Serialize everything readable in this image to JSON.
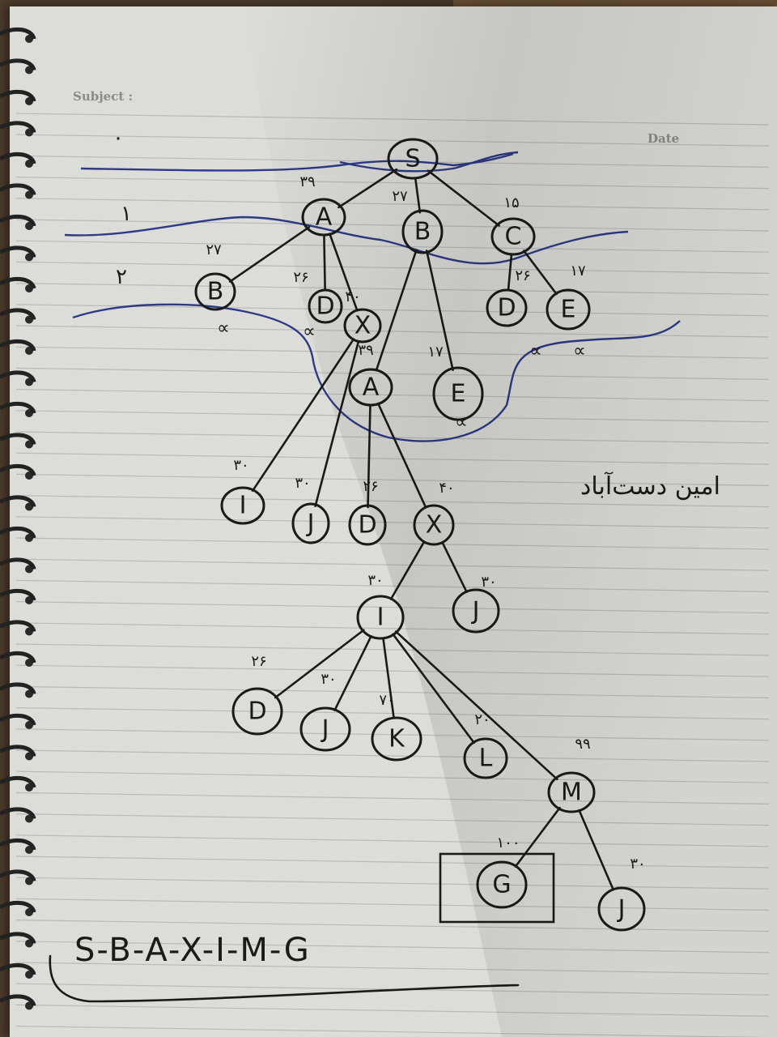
{
  "page": {
    "subject_label": "Subject :",
    "date_label": "Date"
  },
  "levels": [
    "٠",
    "١",
    "٢"
  ],
  "author_name": "امین دست‌آباد",
  "result_path": "S-B-A-X-I-M-G",
  "pruned_mark": "∝",
  "nodes": [
    {
      "id": "n_S",
      "label": "S",
      "weight": ""
    },
    {
      "id": "n_A1",
      "label": "A",
      "weight": "٣٩"
    },
    {
      "id": "n_B1",
      "label": "B",
      "weight": "٢٧"
    },
    {
      "id": "n_C1",
      "label": "C",
      "weight": "١۵"
    },
    {
      "id": "n_B2",
      "label": "B",
      "weight": "٢٧"
    },
    {
      "id": "n_D1",
      "label": "D",
      "weight": "٢۶"
    },
    {
      "id": "n_X1",
      "label": "X",
      "weight": "۴٠"
    },
    {
      "id": "n_D2",
      "label": "D",
      "weight": "٢۶"
    },
    {
      "id": "n_E1",
      "label": "E",
      "weight": "١٧"
    },
    {
      "id": "n_A2",
      "label": "A",
      "weight": "٣٩"
    },
    {
      "id": "n_E2",
      "label": "E",
      "weight": "١٧"
    },
    {
      "id": "n_I1",
      "label": "I",
      "weight": "٣٠"
    },
    {
      "id": "n_J1",
      "label": "J",
      "weight": "٣٠"
    },
    {
      "id": "n_D3",
      "label": "D",
      "weight": "٢۶"
    },
    {
      "id": "n_X2",
      "label": "X",
      "weight": "۴٠"
    },
    {
      "id": "n_I2",
      "label": "I",
      "weight": "٣٠"
    },
    {
      "id": "n_J2",
      "label": "J",
      "weight": "٣٠"
    },
    {
      "id": "n_D4",
      "label": "D",
      "weight": "٢۶"
    },
    {
      "id": "n_J3",
      "label": "J",
      "weight": "٣٠"
    },
    {
      "id": "n_K",
      "label": "K",
      "weight": "٧٠"
    },
    {
      "id": "n_L",
      "label": "L",
      "weight": "٢٠"
    },
    {
      "id": "n_M",
      "label": "M",
      "weight": "٩٩"
    },
    {
      "id": "n_G",
      "label": "G",
      "weight": "١٠٠"
    },
    {
      "id": "n_J4",
      "label": "J",
      "weight": "٣٠"
    }
  ],
  "edges": [
    [
      "n_S",
      "n_A1"
    ],
    [
      "n_S",
      "n_B1"
    ],
    [
      "n_S",
      "n_C1"
    ],
    [
      "n_A1",
      "n_B2"
    ],
    [
      "n_A1",
      "n_D1"
    ],
    [
      "n_A1",
      "n_X1"
    ],
    [
      "n_B1",
      "n_A2"
    ],
    [
      "n_B1",
      "n_E2"
    ],
    [
      "n_C1",
      "n_D2"
    ],
    [
      "n_C1",
      "n_E1"
    ],
    [
      "n_X1",
      "n_I1"
    ],
    [
      "n_X1",
      "n_J1"
    ],
    [
      "n_A2",
      "n_D3"
    ],
    [
      "n_A2",
      "n_X2"
    ],
    [
      "n_X2",
      "n_I2"
    ],
    [
      "n_X2",
      "n_J2"
    ],
    [
      "n_I2",
      "n_D4"
    ],
    [
      "n_I2",
      "n_J3"
    ],
    [
      "n_I2",
      "n_K"
    ],
    [
      "n_I2",
      "n_L"
    ],
    [
      "n_I2",
      "n_M"
    ],
    [
      "n_M",
      "n_G"
    ],
    [
      "n_M",
      "n_J4"
    ]
  ],
  "goal_node": "n_G"
}
